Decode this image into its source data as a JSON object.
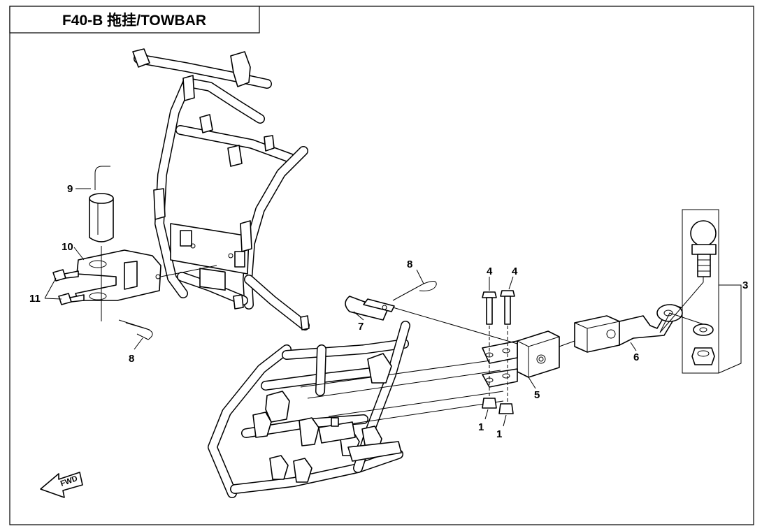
{
  "title": "F40-B 拖挂/TOWBAR",
  "fwd_label": "FWD",
  "callouts": {
    "c1a": "1",
    "c1b": "1",
    "c3": "3",
    "c4a": "4",
    "c4b": "4",
    "c5": "5",
    "c6": "6",
    "c7": "7",
    "c8a": "8",
    "c8b": "8",
    "c9": "9",
    "c10": "10",
    "c11": "11"
  }
}
